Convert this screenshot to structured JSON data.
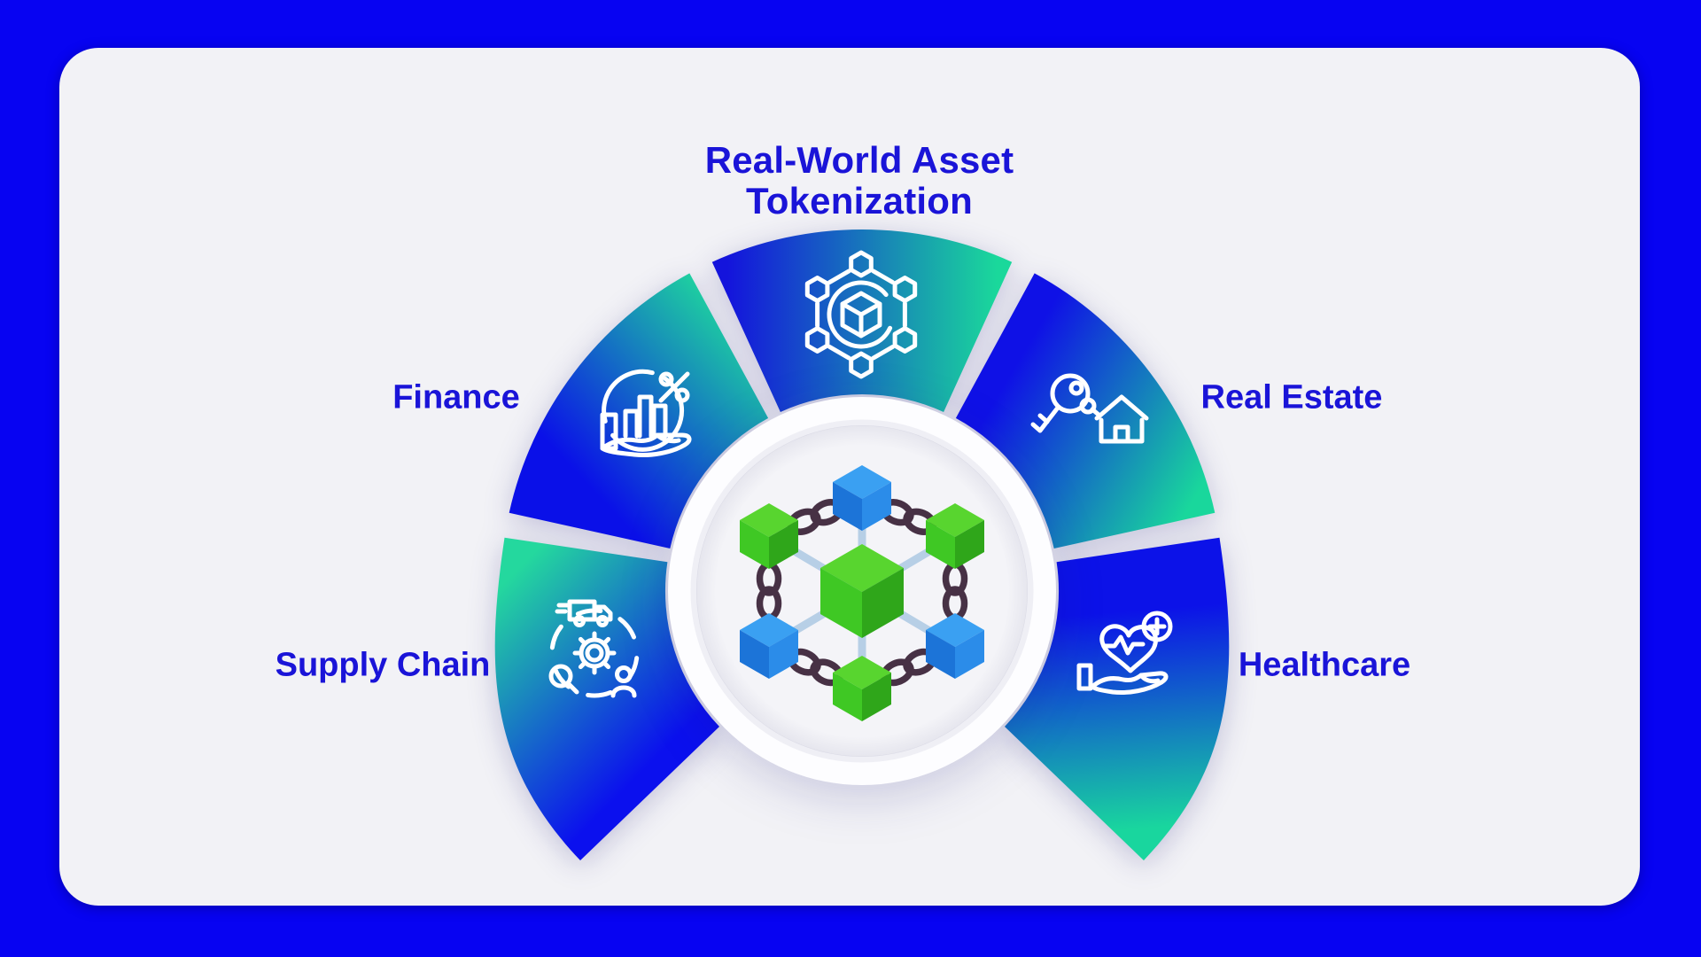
{
  "page": {
    "background_color": "#0703f2",
    "card_color": "#f2f2f6",
    "text_color": "#1a14d8"
  },
  "title": {
    "line1": "Real-World Asset",
    "line2": "Tokenization"
  },
  "segments": [
    {
      "id": "tokenization",
      "icon": "token-network-icon",
      "gradient": [
        "#1414dc",
        "#1ad89b"
      ]
    },
    {
      "id": "finance",
      "label": "Finance",
      "icon": "finance-hand-chart-icon",
      "gradient": [
        "#0a10e8",
        "#1fd89d"
      ]
    },
    {
      "id": "real-estate",
      "label": "Real Estate",
      "icon": "house-key-icon",
      "gradient": [
        "#0f11e6",
        "#19d79c"
      ]
    },
    {
      "id": "supply-chain",
      "label": "Supply Chain",
      "icon": "logistics-cycle-icon",
      "gradient": [
        "#24d89e",
        "#0b10ee"
      ]
    },
    {
      "id": "healthcare",
      "label": "Healthcare",
      "icon": "hand-heart-icon",
      "gradient": [
        "#0c12e8",
        "#19d69e"
      ]
    }
  ],
  "center_icon": {
    "name": "blockchain-network-icon",
    "cube_green_top": "#58d52f",
    "cube_green_left": "#3fc824",
    "cube_green_right": "#2fa61a",
    "cube_blue_top": "#3aa0f2",
    "cube_blue_left": "#1c74d8",
    "cube_blue_right": "#2b8ce9",
    "chain_color": "#473145",
    "spoke_color": "#b7cfe6"
  }
}
